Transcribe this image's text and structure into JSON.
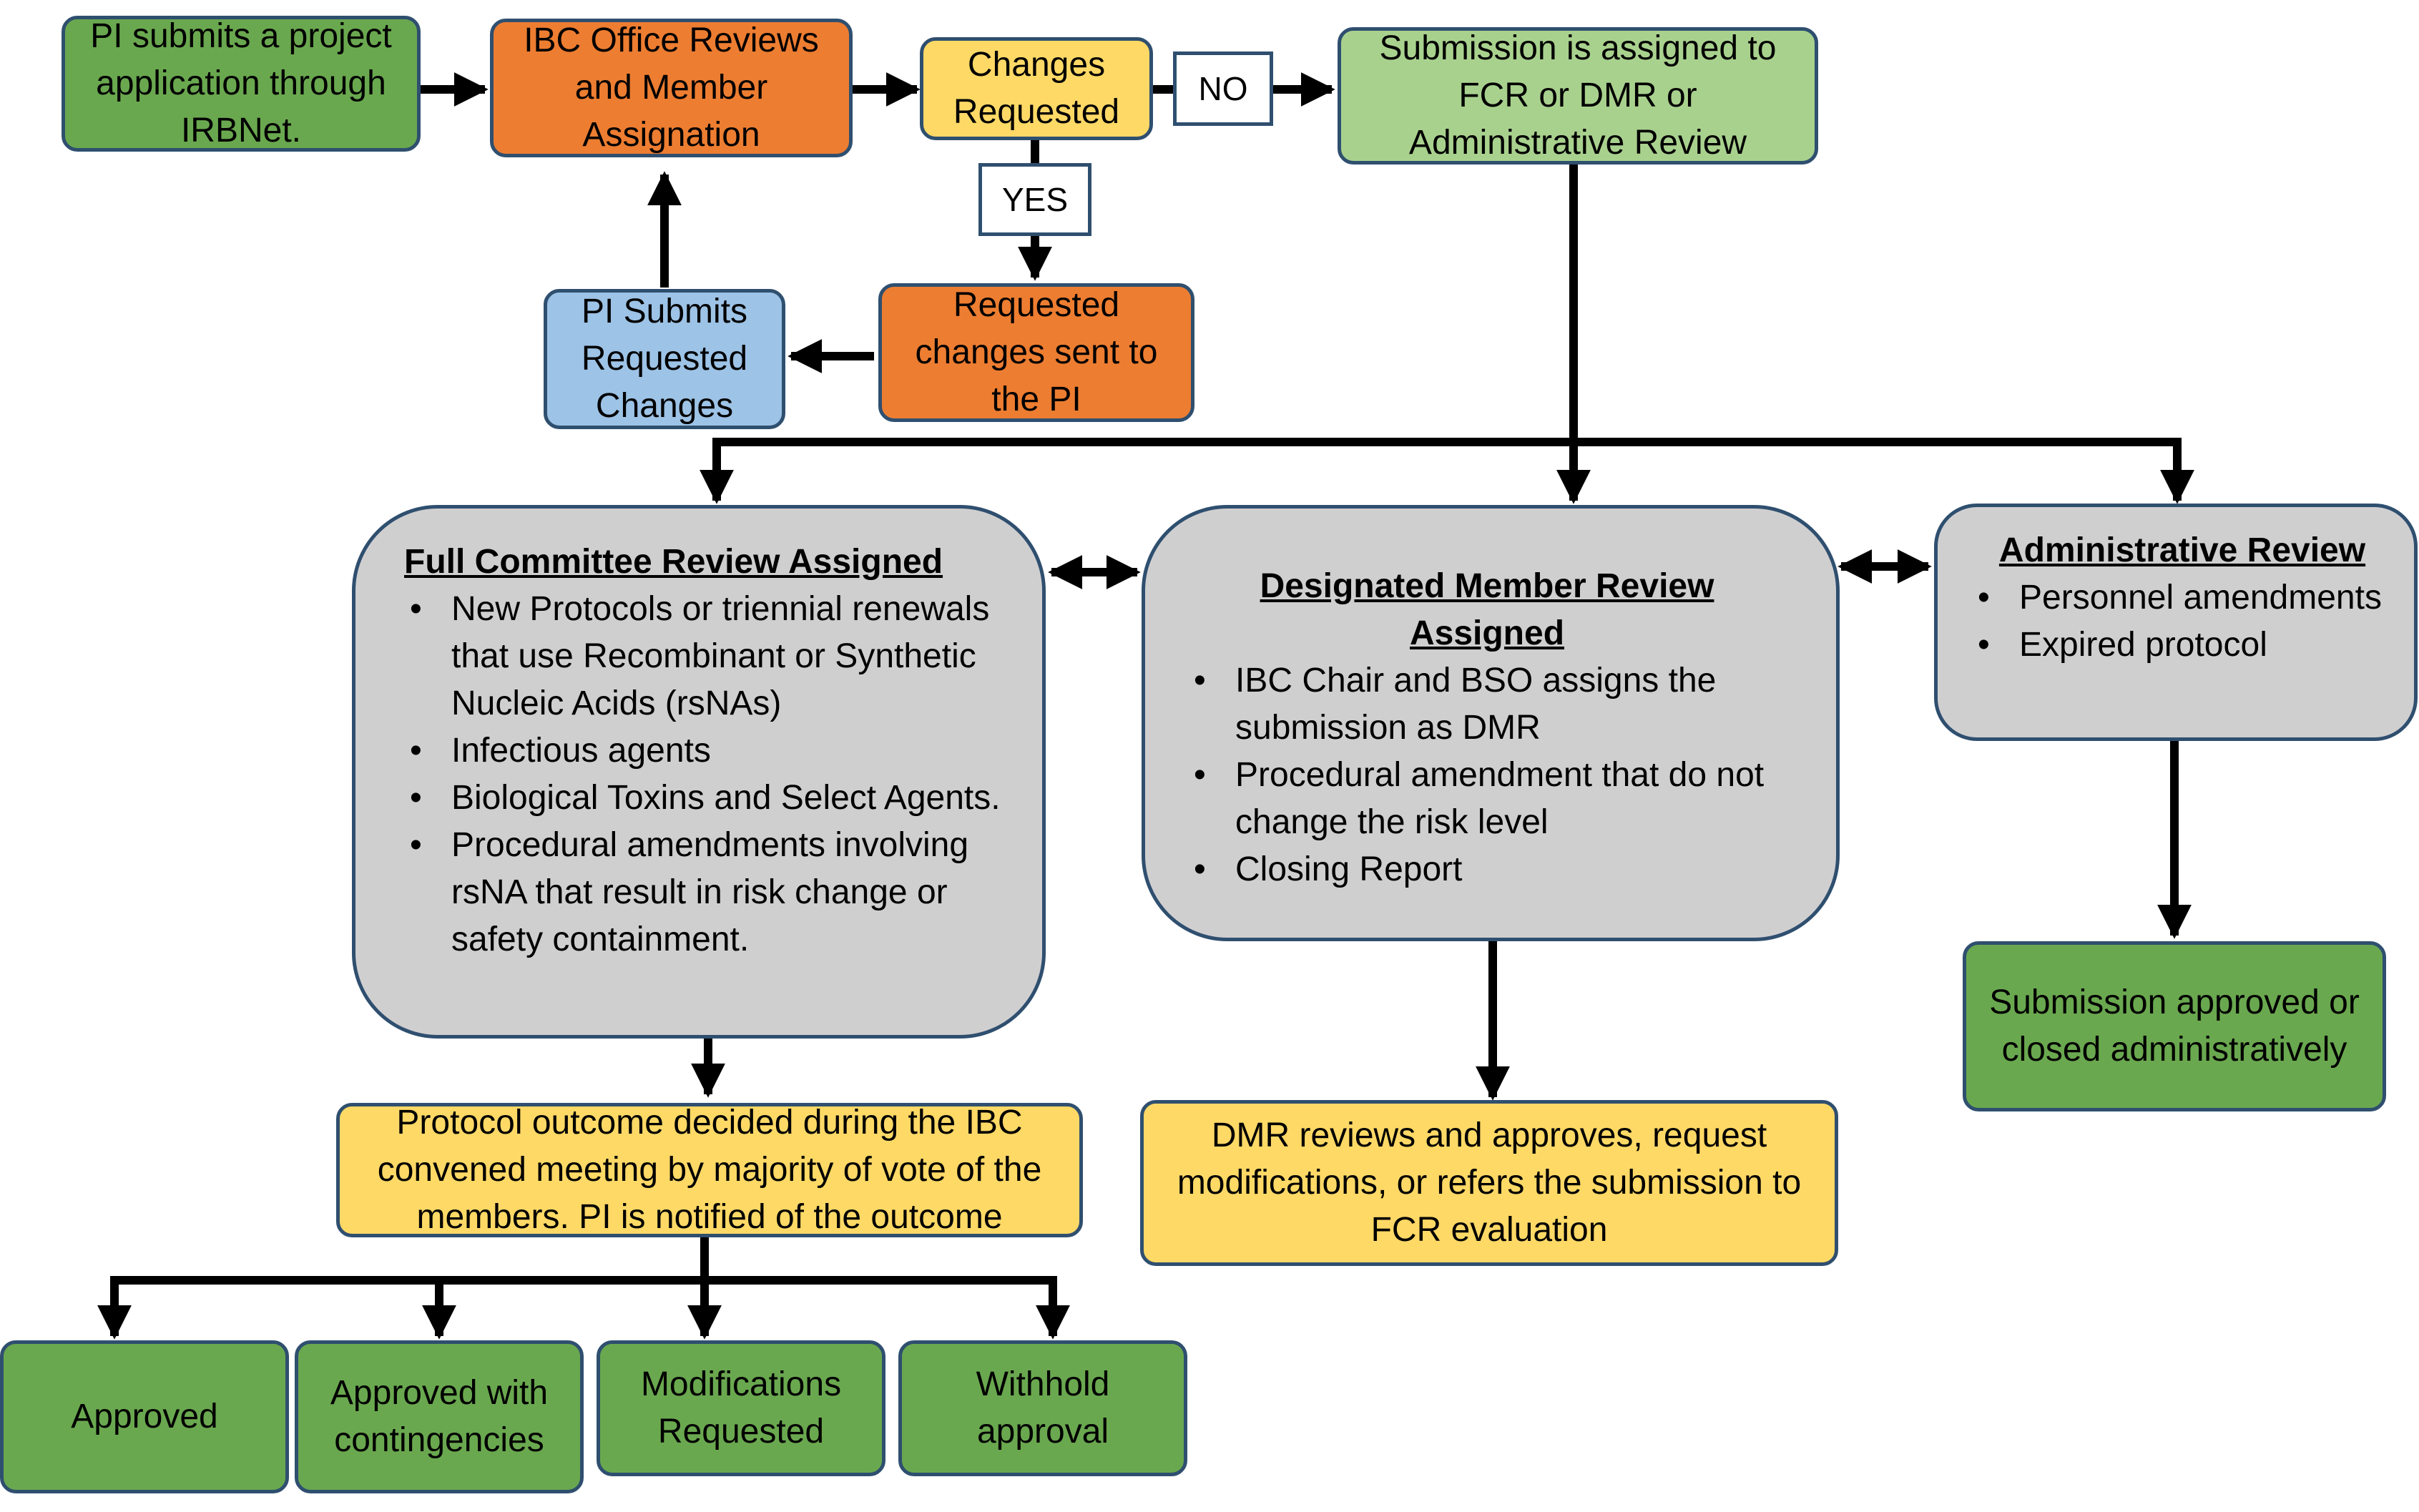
{
  "colors": {
    "dark_green": "#6aa84f",
    "light_green": "#a9d18e",
    "orange": "#ed7d31",
    "yellow": "#ffd966",
    "blue": "#9dc3e6",
    "gray": "#d0cfd0",
    "border": "#2f4f6f",
    "arrow": "#000000"
  },
  "nodes": {
    "pi_submits": "PI submits a project application through IRBNet.",
    "ibc_office": "IBC Office Reviews and Member Assignation",
    "changes_requested": "Changes Requested",
    "no_label": "NO",
    "yes_label": "YES",
    "submission_assigned": "Submission is assigned to FCR or DMR or Administrative Review",
    "pi_submits_changes": "PI Submits Requested Changes",
    "requested_changes_sent": "Requested changes sent to the PI",
    "protocol_outcome": "Protocol outcome decided during the IBC convened meeting by majority of vote of the members. PI is notified of the outcome",
    "dmr_reviews": "DMR reviews and approves, request modifications, or refers the submission to FCR evaluation",
    "admin_approved": "Submission approved or closed administratively",
    "approved": "Approved",
    "approved_contingencies": "Approved with contingencies",
    "modifications_requested": "Modifications Requested",
    "withhold_approval": "Withhold approval"
  },
  "fcr": {
    "title": "Full Committee Review Assigned",
    "items": [
      "New Protocols or triennial renewals that use Recombinant or Synthetic Nucleic Acids (rsNAs)",
      "Infectious agents",
      "Biological Toxins and Select Agents.",
      "Procedural amendments involving rsNA that result in risk change or safety containment."
    ]
  },
  "dmr": {
    "title": "Designated Member Review Assigned",
    "items": [
      "IBC Chair and BSO assigns the submission as DMR",
      "Procedural amendment that do not change the risk level",
      "Closing Report"
    ]
  },
  "admin": {
    "title": "Administrative Review",
    "items": [
      "Personnel amendments",
      "Expired protocol"
    ]
  },
  "bullet_char": "•"
}
